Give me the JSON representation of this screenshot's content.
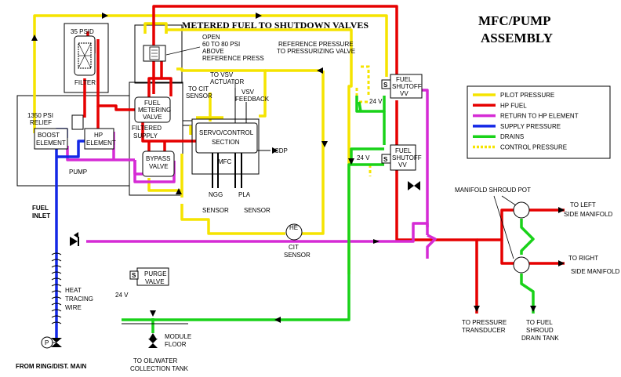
{
  "title_line1": "MFC/PUMP",
  "title_line2": "ASSEMBLY",
  "top_label": "METERED FUEL TO SHUTDOWN VALVES",
  "colors": {
    "pilot": "#f5e400",
    "hp_fuel": "#e60000",
    "return_hp": "#d52bd5",
    "supply": "#1428e6",
    "drains": "#19d219",
    "control": "#f5e400"
  },
  "legend": [
    {
      "label": "PILOT  PRESSURE",
      "color": "#f5e400",
      "dashed": false
    },
    {
      "label": "HP FUEL",
      "color": "#e60000",
      "dashed": false
    },
    {
      "label": "RETURN TO HP ELEMENT",
      "color": "#d52bd5",
      "dashed": false
    },
    {
      "label": "SUPPLY  PRESSURE",
      "color": "#1428e6",
      "dashed": false
    },
    {
      "label": "DRAINS",
      "color": "#19d219",
      "dashed": false
    },
    {
      "label": "CONTROL  PRESSURE",
      "color": "#f5e400",
      "dashed": true
    }
  ],
  "labels": {
    "psid": "35 PSID",
    "filter": "FILTER",
    "open1": "OPEN",
    "open2": "60 TO 80 PSI",
    "open3": "ABOVE",
    "open4": "REFERENCE PRESS",
    "ref1": "REFERENCE PRESSURE",
    "ref2": "TO PRESSURIZING VALVE",
    "tovsv1": "TO VSV",
    "tovsv2": "ACTUATOR",
    "tocit1": "TO CIT",
    "tocit2": "SENSOR",
    "vsvfb1": "VSV",
    "vsvfb2": "FEEDBACK",
    "fmv1": "FUEL",
    "fmv2": "METERING",
    "fmv3": "VALVE",
    "relief1": "1350 PSI",
    "relief2": "RELIEF",
    "boost1": "BOOST",
    "boost2": "ELEMENT",
    "hp1": "HP",
    "hp2": "ELEMENT",
    "filtered1": "FILTERED",
    "filtered2": "SUPPLY",
    "servo1": "SERVO/CONTROL",
    "servo2": "SECTION",
    "cdp": "CDP",
    "bypass1": "BYPASS",
    "bypass2": "VALVE",
    "mfc": "MFC",
    "pump": "PUMP",
    "ngg1": "NGG",
    "ngg2": "SENSOR",
    "pla1": "PLA",
    "pla2": "SENSOR",
    "he": "HE",
    "cit1": "CIT",
    "cit2": "SENSOR",
    "fuelinlet1": "FUEL",
    "fuelinlet2": "INLET",
    "heat1": "HEAT",
    "heat2": "TRACING",
    "heat3": "WIRE",
    "p": "P",
    "fromring": "FROM RING/DIST. MAIN",
    "purge1": "PURGE",
    "purge2": "VALVE",
    "v24a": "24 V",
    "v24b": "24 V",
    "v24c": "24 V",
    "module1": "MODULE",
    "module2": "FLOOR",
    "oil1": "TO OIL/WATER",
    "oil2": "COLLECTION TANK",
    "sv1a": "FUEL",
    "sv1b": "SHUTOFF",
    "sv1c": "VV",
    "sv2a": "FUEL",
    "sv2b": "SHUTOFF",
    "sv2c": "VV",
    "s": "S",
    "shroud": "MANIFOLD SHROUD POT",
    "left1": "TO LEFT",
    "left2": "SIDE MANIFOLD",
    "right1": "TO RIGHT",
    "right2": "SIDE MANIFOLD",
    "trans1": "TO PRESSURE",
    "trans2": "TRANSDUCER",
    "drain1": "TO FUEL",
    "drain2": "SHROUD",
    "drain3": "DRAIN TANK"
  }
}
